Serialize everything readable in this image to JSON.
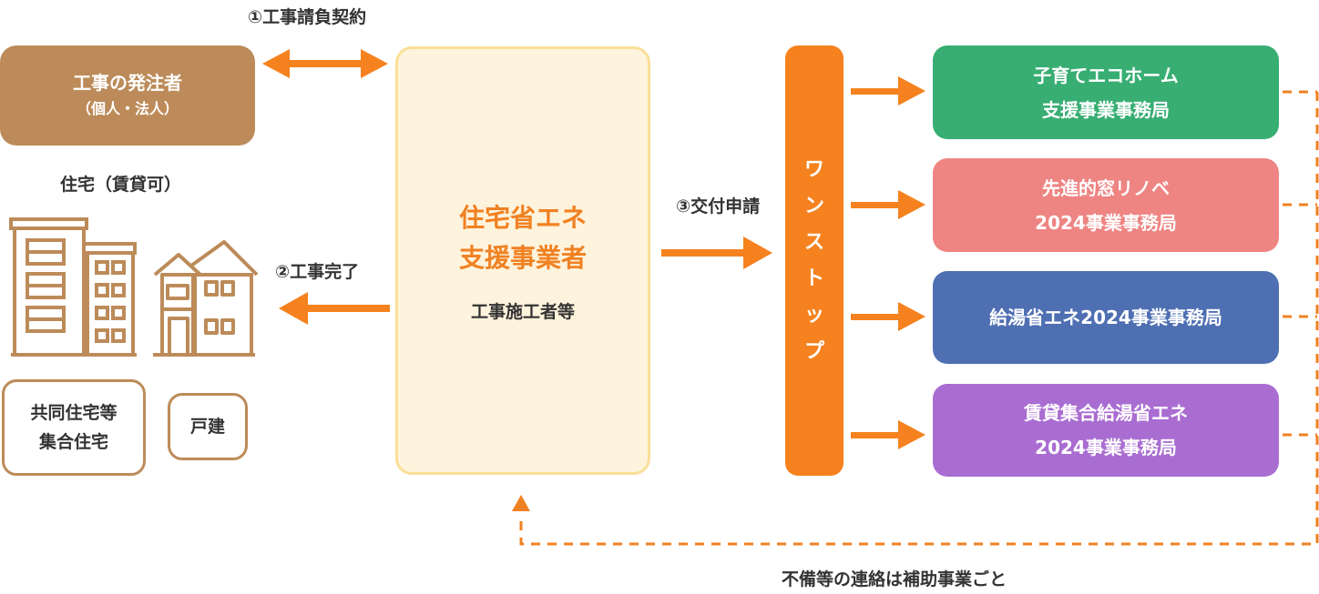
{
  "labels": {
    "contract": "①工事請負契約",
    "complete": "②工事完了",
    "apply": "③交付申請",
    "housing": "住宅（賃貸可）",
    "contact_note": "不備等の連絡は補助事業ごと"
  },
  "orderer": {
    "line1": "工事の発注者",
    "line2": "（個人・法人）"
  },
  "contractor": {
    "title_line1": "住宅省エネ",
    "title_line2": "支援事業者",
    "subtitle": "工事施工者等"
  },
  "onestop": {
    "chars": [
      "ワ",
      "ン",
      "ス",
      "ト",
      "ッ",
      "プ"
    ]
  },
  "offices": [
    {
      "line1": "子育てエコホーム",
      "line2": "支援事業事務局"
    },
    {
      "line1": "先進的窓リノベ",
      "line2": "2024事業事務局"
    },
    {
      "line1": "給湯省エネ2024事業事務局",
      "line2": ""
    },
    {
      "line1": "賃貸集合給湯省エネ",
      "line2": "2024事業事務局"
    }
  ],
  "housing_types": [
    {
      "line1": "共同住宅等",
      "line2": "集合住宅"
    },
    {
      "line1": "戸建",
      "line2": ""
    }
  ],
  "colors": {
    "arrow": "#f5821f",
    "brown": "#bc8b59",
    "contractor_bg": "#fef3dc",
    "contractor_border": "#fadf98",
    "office_green": "#38ae73",
    "office_pink": "#ee8583",
    "office_blue": "#4f6fb3",
    "office_purple": "#a96dd2"
  }
}
